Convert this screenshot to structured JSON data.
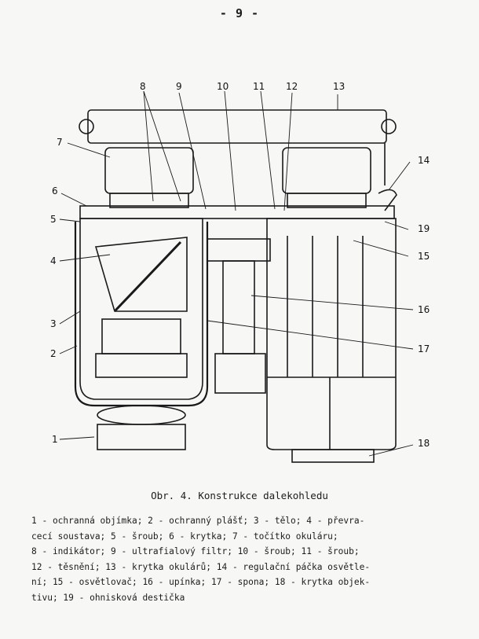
{
  "page_number": "- 9 -",
  "figure": {
    "caption": "Obr. 4. Konstrukce dalekohledu",
    "callouts": [
      "1",
      "2",
      "3",
      "4",
      "5",
      "6",
      "7",
      "8",
      "9",
      "10",
      "11",
      "12",
      "13",
      "14",
      "15",
      "16",
      "17",
      "18",
      "19"
    ],
    "legend_lines": [
      "1 - ochranná objímka; 2 - ochranný plášť; 3 - tělo; 4 - převra-",
      "cecí soustava; 5 - šroub; 6 - krytka; 7 - točítko okuláru;",
      "8 - indikátor; 9 - ultrafialový filtr; 10 - šroub; 11 - šroub;",
      "12 - těsnění; 13 - krytka okulárů; 14 - regulační páčka osvětle-",
      "ní; 15 - osvětlovač; 16 - upínka; 17 - spona; 18 - krytka objek-",
      "tivu; 19 - ohnisková destička"
    ]
  }
}
